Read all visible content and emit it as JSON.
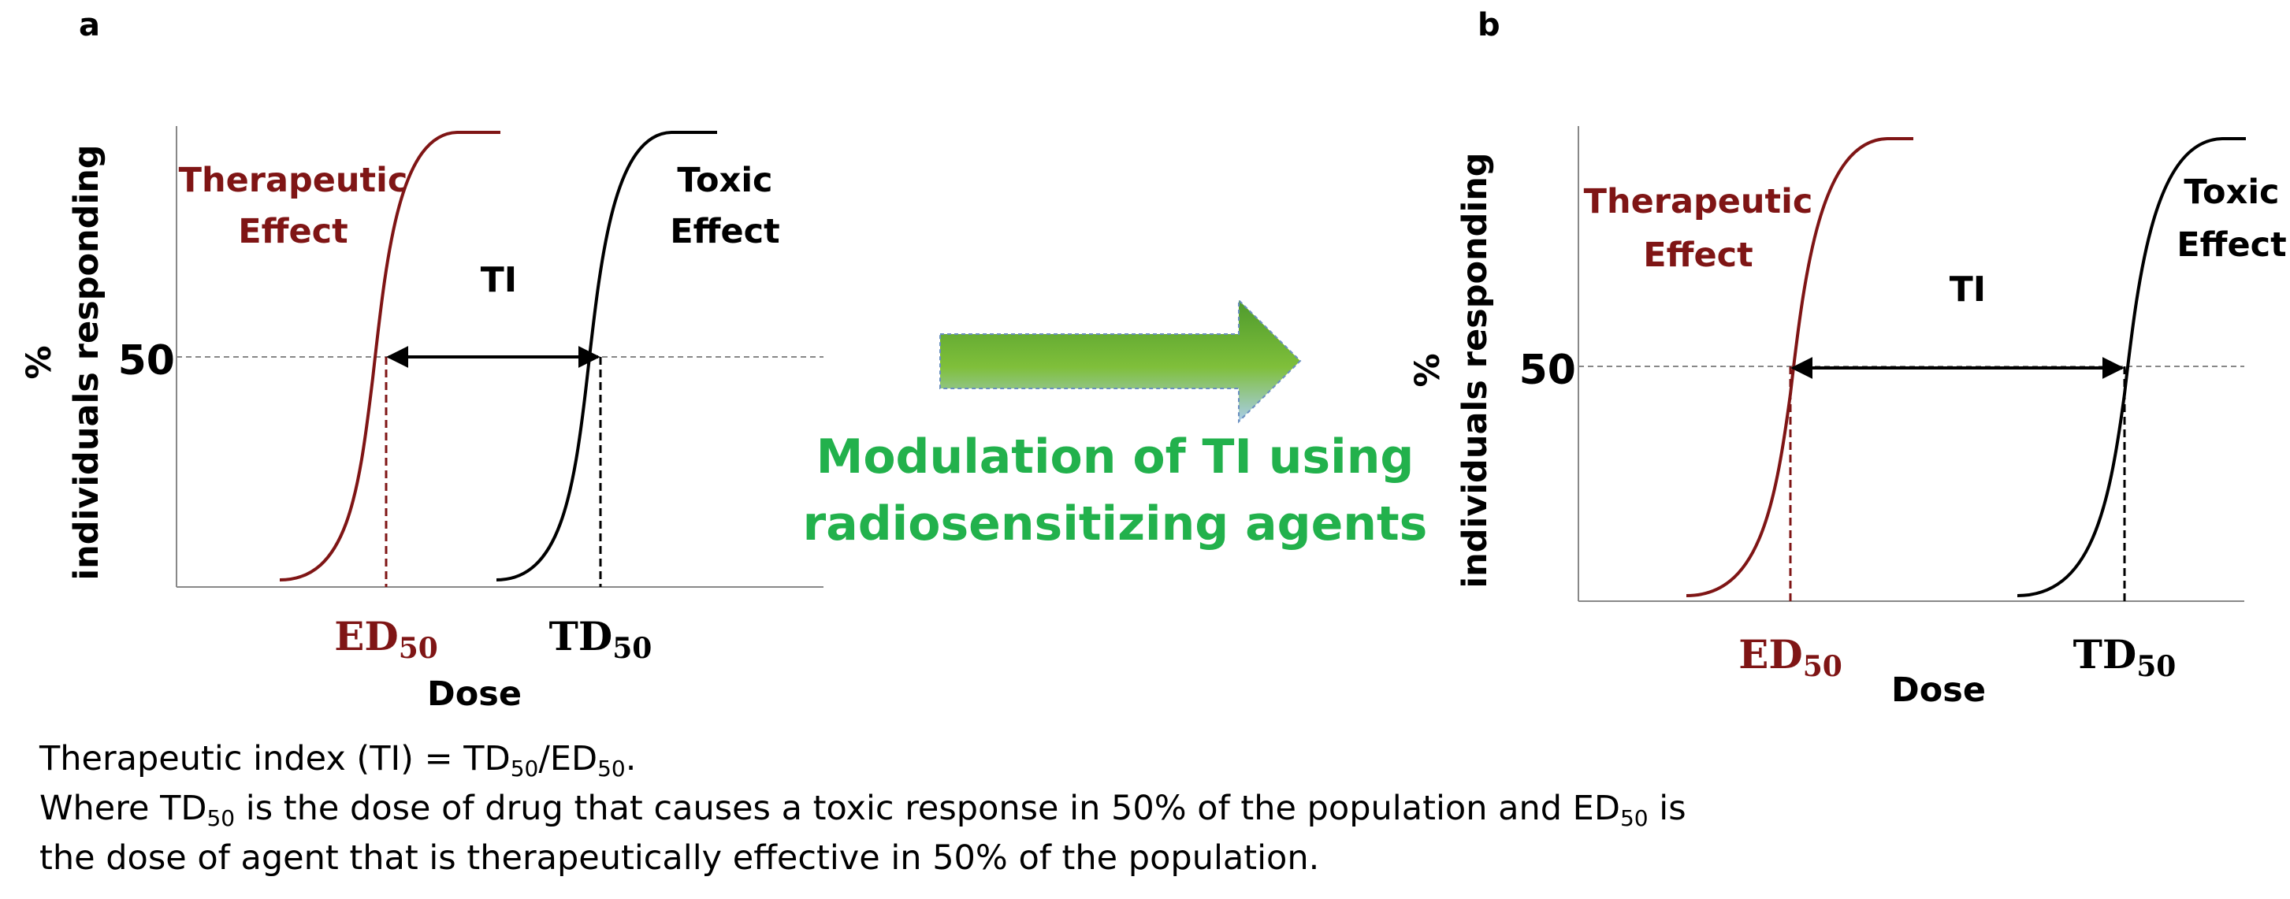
{
  "colors": {
    "therapeutic": "#7f1515",
    "toxic": "#000000",
    "accent_text": "#22b14c",
    "arrow_green": "#4e9a2d",
    "arrow_blue": "#9cc3e6",
    "gridline": "#888888"
  },
  "panels": [
    {
      "letter": "a",
      "ylabel_line1": "%",
      "ylabel_line2": "individuals responding",
      "y_tick": "50",
      "xlabel": "Dose",
      "interval_label": "TI",
      "therapeutic_label": [
        "Therapeutic",
        "Effect"
      ],
      "toxic_label": [
        "Toxic",
        "Effect"
      ],
      "ed_label": {
        "base": "ED",
        "sub": "50"
      },
      "td_label": {
        "base": "TD",
        "sub": "50"
      }
    },
    {
      "letter": "b",
      "ylabel_line1": "%",
      "ylabel_line2": "individuals responding",
      "y_tick": "50",
      "xlabel": "Dose",
      "interval_label": "TI",
      "therapeutic_label": [
        "Therapeutic",
        "Effect"
      ],
      "toxic_label": [
        "Toxic",
        "Effect"
      ],
      "ed_label": {
        "base": "ED",
        "sub": "50"
      },
      "td_label": {
        "base": "TD",
        "sub": "50"
      }
    }
  ],
  "middle": {
    "arrow_icon": "right-block-arrow",
    "text_line1": "Modulation of TI using",
    "text_line2": "radiosensitizing agents"
  },
  "caption": {
    "line1": {
      "pre": "Therapeutic index (TI) = TD",
      "sub1": "50",
      "mid": "/ED",
      "sub2": "50",
      "post": "."
    },
    "line2": {
      "pre": "Where TD",
      "sub1": "50",
      "mid": " is the dose of drug that causes a toxic response in 50% of the population and ED",
      "sub2": "50",
      "post": " is"
    },
    "line3": "the dose of agent that is therapeutically effective in 50% of the population."
  }
}
